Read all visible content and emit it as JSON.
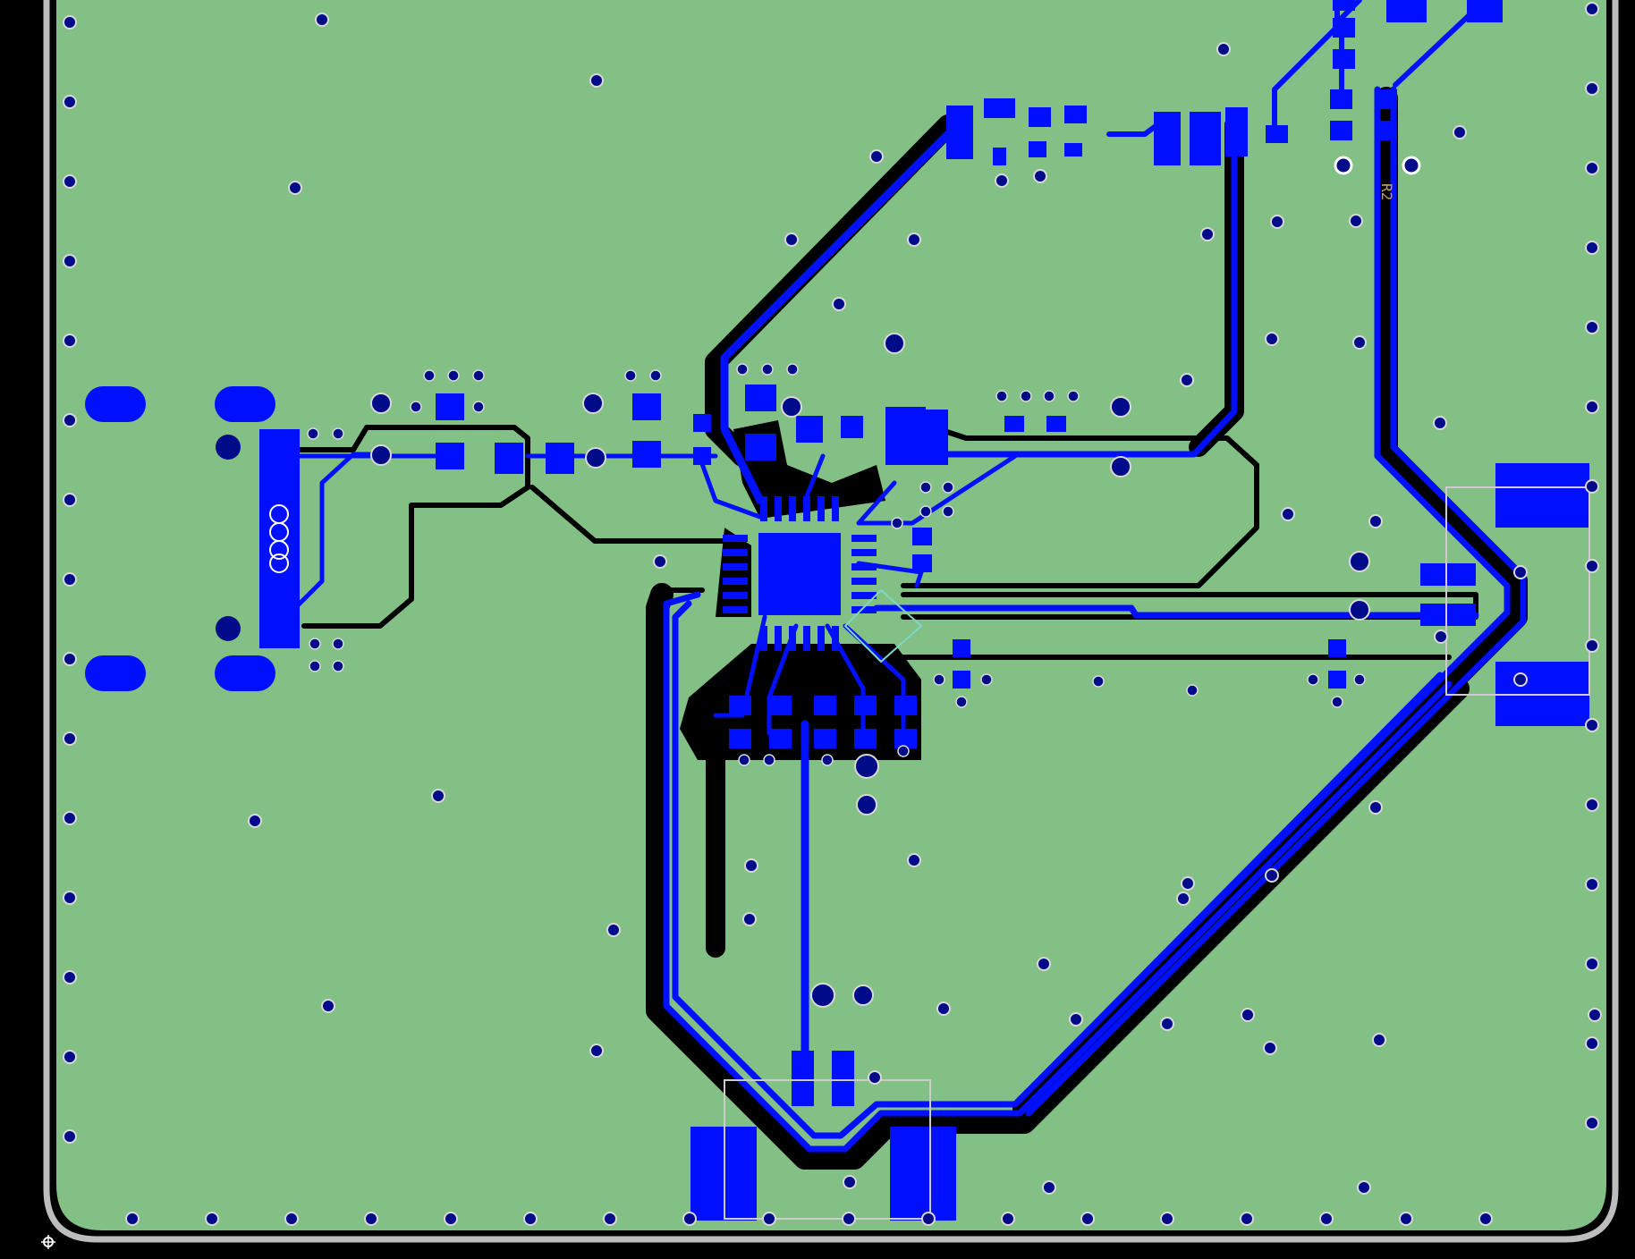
{
  "colors": {
    "background": "#000000",
    "board_fill": "#83c085",
    "board_outline": "#bbbbbb",
    "copper": "#0010ff",
    "via_hole": "#000b8a",
    "via_ring": "#d8d8d8",
    "clearance": "#000000",
    "silkscreen": "#c8a060",
    "courtyard": "#cccccc"
  },
  "board": {
    "grid_vias_left_column": 15,
    "grid_vias_bottom_row": 18
  },
  "silkscreen": {
    "ref_r_vertical": "R2"
  },
  "icons": {
    "origin_marker": "origin-crosshair-icon"
  }
}
